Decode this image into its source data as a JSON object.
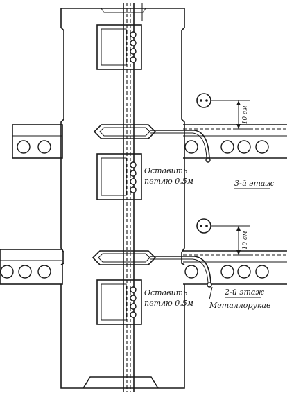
{
  "labels": {
    "loop_upper_line1": "Оставить",
    "loop_upper_line2": "петлю 0,5м",
    "floor3": "3-й этаж",
    "dim_upper": "10 см",
    "loop_lower_line1": "Оставить",
    "loop_lower_line2": "петлю 0,5м",
    "floor2": "2-й этаж",
    "dim_lower": "10 см",
    "metal_hose": "Металлорукав"
  }
}
